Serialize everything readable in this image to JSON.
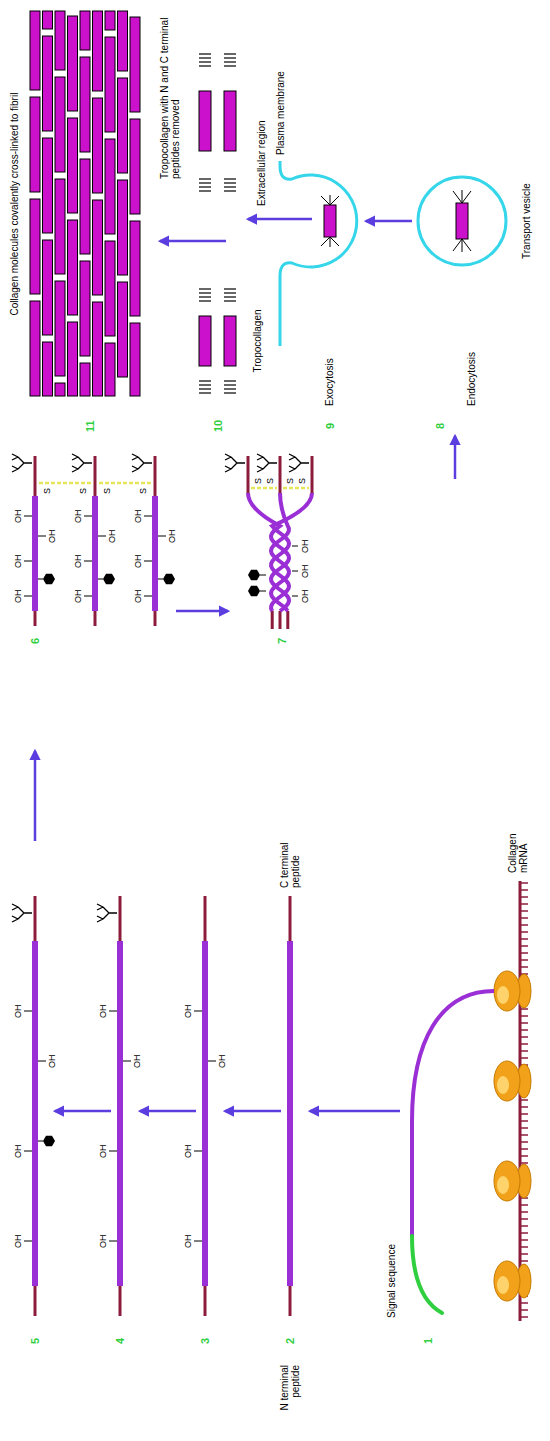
{
  "diagram": {
    "labels": [
      "Collagen molecules covalently cross-linked to fibril",
      "11",
      "Tropocollagen with N and C terminal peptides removed",
      "10",
      "Tropocollagen",
      "Extracellular region",
      "Plasma membrane",
      "9",
      "Exocytosis",
      "8",
      "Endocytosis",
      "Transport vesicle",
      "6",
      "7",
      "5",
      "4",
      "3",
      "2",
      "1",
      "N terminal peptide",
      "C terminal peptide",
      "Signal sequence",
      "Collagen mRNA",
      "OH",
      "OH",
      "OH",
      "OH",
      "OH",
      "OH",
      "OH",
      "OH",
      "OH",
      "OH",
      "OH",
      "OH",
      "OH",
      "OH",
      "OH",
      "OH",
      "OH",
      "OH",
      "OH",
      "OH",
      "OH",
      "OH",
      "OH",
      "OH",
      "OH",
      "OH",
      "OH",
      "S",
      "S",
      "S",
      "S",
      "S",
      "S",
      "S",
      "S"
    ]
  }
}
